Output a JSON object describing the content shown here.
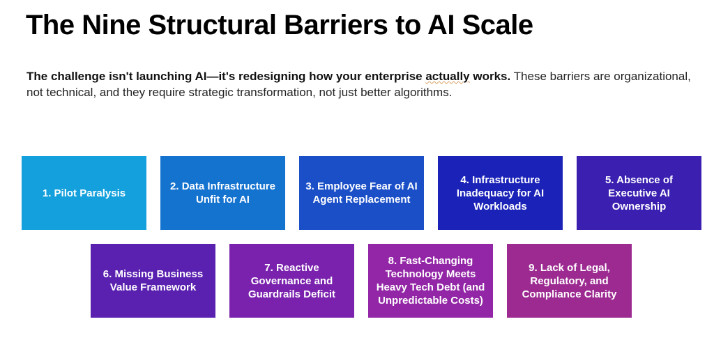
{
  "title": "The Nine Structural Barriers to AI Scale",
  "subtitle": {
    "bold_part1": "The challenge isn't launching AI—it's redesigning how your enterprise ",
    "bold_underlined": "actually",
    "bold_part2": " works.",
    "regular": " These barriers are organizational, not technical, and they require strategic transformation, not just better algorithms."
  },
  "barriers": [
    {
      "label": "1. Pilot Paralysis",
      "color": "#14a0dc"
    },
    {
      "label": "2. Data Infrastructure Unfit for AI",
      "color": "#1573d0"
    },
    {
      "label": "3. Employee Fear of AI Agent Replacement",
      "color": "#1a4fc8"
    },
    {
      "label": "4. Infrastructure Inadequacy for AI Workloads",
      "color": "#1b22b8"
    },
    {
      "label": "5. Absence of Executive AI Ownership",
      "color": "#3a1fb0"
    },
    {
      "label": "6. Missing Business Value Framework",
      "color": "#5a20b0"
    },
    {
      "label": "7. Reactive Governance and Guardrails Deficit",
      "color": "#7a22ae"
    },
    {
      "label": "8. Fast-Changing Technology Meets Heavy Tech Debt (and Unpredictable Costs)",
      "color": "#9326a6"
    },
    {
      "label": "9. Lack of Legal, Regulatory, and Compliance Clarity",
      "color": "#9c2a90"
    }
  ]
}
